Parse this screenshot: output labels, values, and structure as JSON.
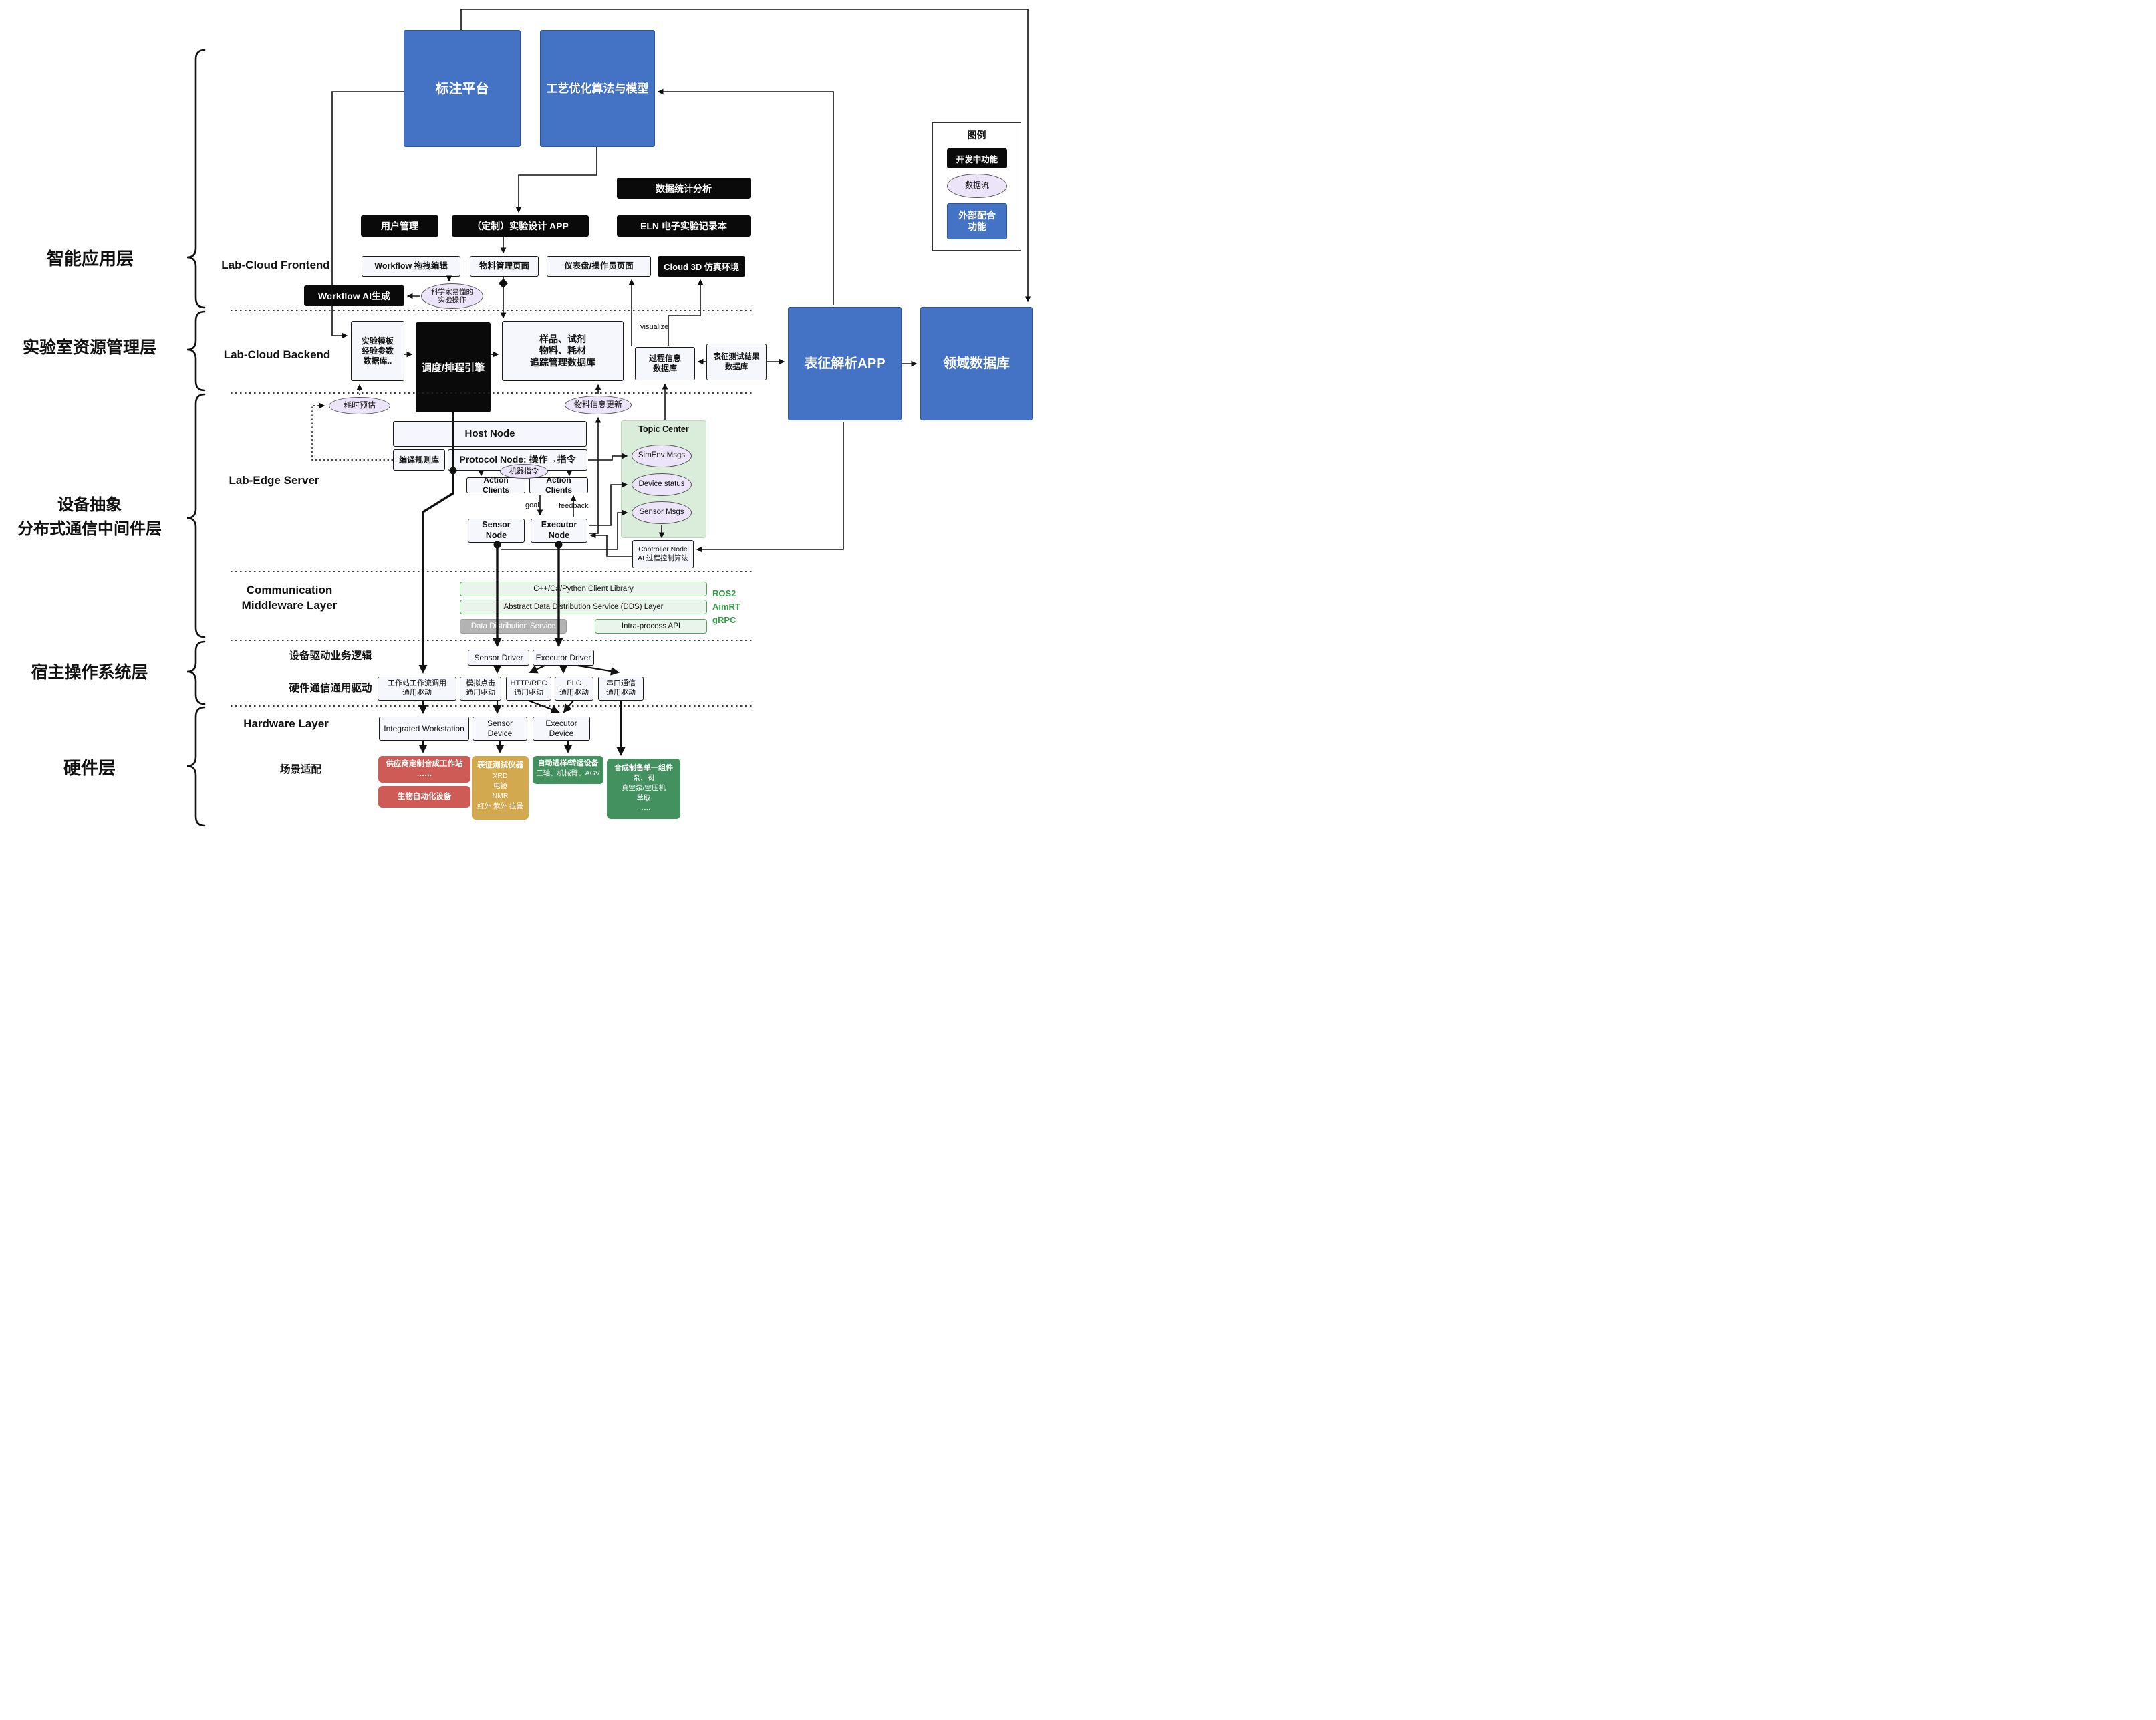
{
  "legend": {
    "title": "图例",
    "dev_feature": "开发中功能",
    "data_flow": "数据流",
    "external_feature": "外部配合\n功能"
  },
  "layer_labels": {
    "app": "智能应用层",
    "resource": "实验室资源管理层",
    "device": "设备抽象\n分布式通信中间件层",
    "host_os": "宿主操作系统层",
    "hardware": "硬件层"
  },
  "section_labels": {
    "frontend": "Lab-Cloud Frontend",
    "backend": "Lab-Cloud Backend",
    "edge": "Lab-Edge Server",
    "comm": "Communication\nMiddleware Layer",
    "driver_logic": "设备驱动业务逻辑",
    "hw_comm": "硬件通信通用驱动",
    "hardware": "Hardware Layer",
    "scenario": "场景适配"
  },
  "top": {
    "annotation_platform": "标注平台",
    "process_optimization": "工艺优化算法与模型",
    "data_stats": "数据统计分析",
    "user_mgmt": "用户管理",
    "custom_design_app": "（定制）实验设计 APP",
    "eln": "ELN 电子实验记录本"
  },
  "frontend": {
    "workflow_edit": "Workflow 拖拽编辑",
    "material_page": "物料管理页面",
    "dashboard_page": "仪表盘/操作员页面",
    "cloud_3d": "Cloud 3D 仿真环境",
    "workflow_ai": "Workflow AI生成",
    "scientist_ops": "科学家易懂的\n实验操作"
  },
  "backend": {
    "template_db": "实验模板\n经验参数\n数据库..",
    "scheduler": "调度/排程引擎",
    "sample_db": "样品、试剂\n物料、耗材\n追踪管理数据库",
    "process_db": "过程信息\n数据库",
    "char_result_db": "表征测试结果\n数据库",
    "char_app": "表征解析APP",
    "domain_db": "领域数据库",
    "visualize": "visualize"
  },
  "edge": {
    "time_estimate": "耗时预估",
    "material_update": "物料信息更新",
    "host_node": "Host Node",
    "compile_rules": "编译规则库",
    "protocol_node": "Protocol Node: 操作→指令",
    "machine_cmd": "机器指令",
    "action_clients_left": "Action Clients",
    "action_clients_right": "Action Clients",
    "goal": "goal",
    "feedback": "feedback",
    "sensor_node": "Sensor Node",
    "executor_node": "Executor Node",
    "topic_center": "Topic Center",
    "simenv_msgs": "SimEnv Msgs",
    "device_status": "Device status",
    "sensor_msgs": "Sensor Msgs",
    "controller_node": "Controller Node\nAI 过程控制算法"
  },
  "middleware": {
    "client_lib": "C++/C#/Python Client Library",
    "dds_abstract": "Abstract Data Distribution Service (DDS) Layer",
    "dds_service": "Data Distribution Service",
    "intra_api": "Intra-process API",
    "ros_stack": "ROS2\nAimRT\ngRPC"
  },
  "drivers": {
    "sensor_driver": "Sensor Driver",
    "executor_driver": "Executor Driver",
    "workstation_driver": "工作站工作流调用\n通用驱动",
    "sim_click_driver": "模拟点击\n通用驱动",
    "http_driver": "HTTP/RPC\n通用驱动",
    "plc_driver": "PLC\n通用驱动",
    "serial_driver": "串口通信\n通用驱动"
  },
  "hardware": {
    "integrated_ws": "Integrated Workstation",
    "sensor_device": "Sensor Device",
    "executor_device": "Executor Device"
  },
  "scenario": {
    "vendor_ws": "供应商定制合成工作站\n……",
    "bio_auto": "生物自动化设备",
    "char_title": "表征测试仪器",
    "char_items": "XRD\n电镜\nNMR\n红外 紫外 拉曼",
    "transfer_title": "自动进样/转运设备",
    "transfer_items": "三轴、机械臂、AGV",
    "synth_title": "合成制备单一组件",
    "synth_items": "泵、阀\n真空泵/空压机\n萃取\n……"
  },
  "colors": {
    "blue": "#4472c4",
    "black": "#0a0a0a",
    "purple": "#ece4f8",
    "green_panel": "#d9edda",
    "green_bar": "#e9f5ea",
    "red": "#cf5b56",
    "tan": "#d3a94f",
    "green_dark": "#43915f",
    "gray": "#b3b3b3",
    "ros_green": "#2f9e44"
  }
}
